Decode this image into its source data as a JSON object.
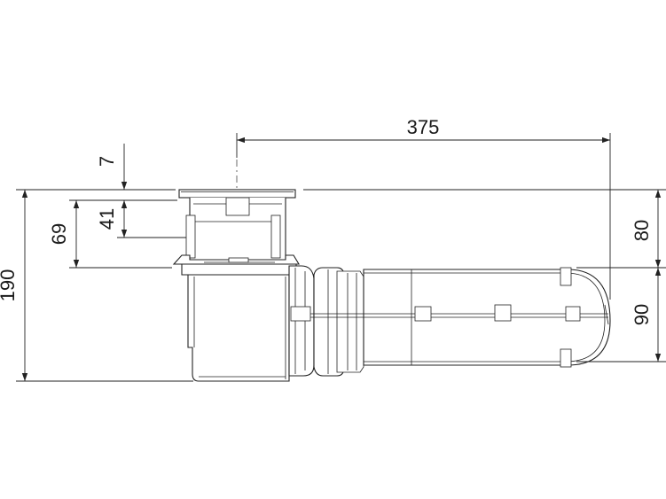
{
  "dimensions": {
    "length": "375",
    "top_flange": "7",
    "grate_depth": "41",
    "inlet_depth": "69",
    "total_height": "190",
    "outlet_top": "80",
    "outlet_diameter": "90"
  },
  "colors": {
    "line": "#222222",
    "background": "#ffffff"
  }
}
